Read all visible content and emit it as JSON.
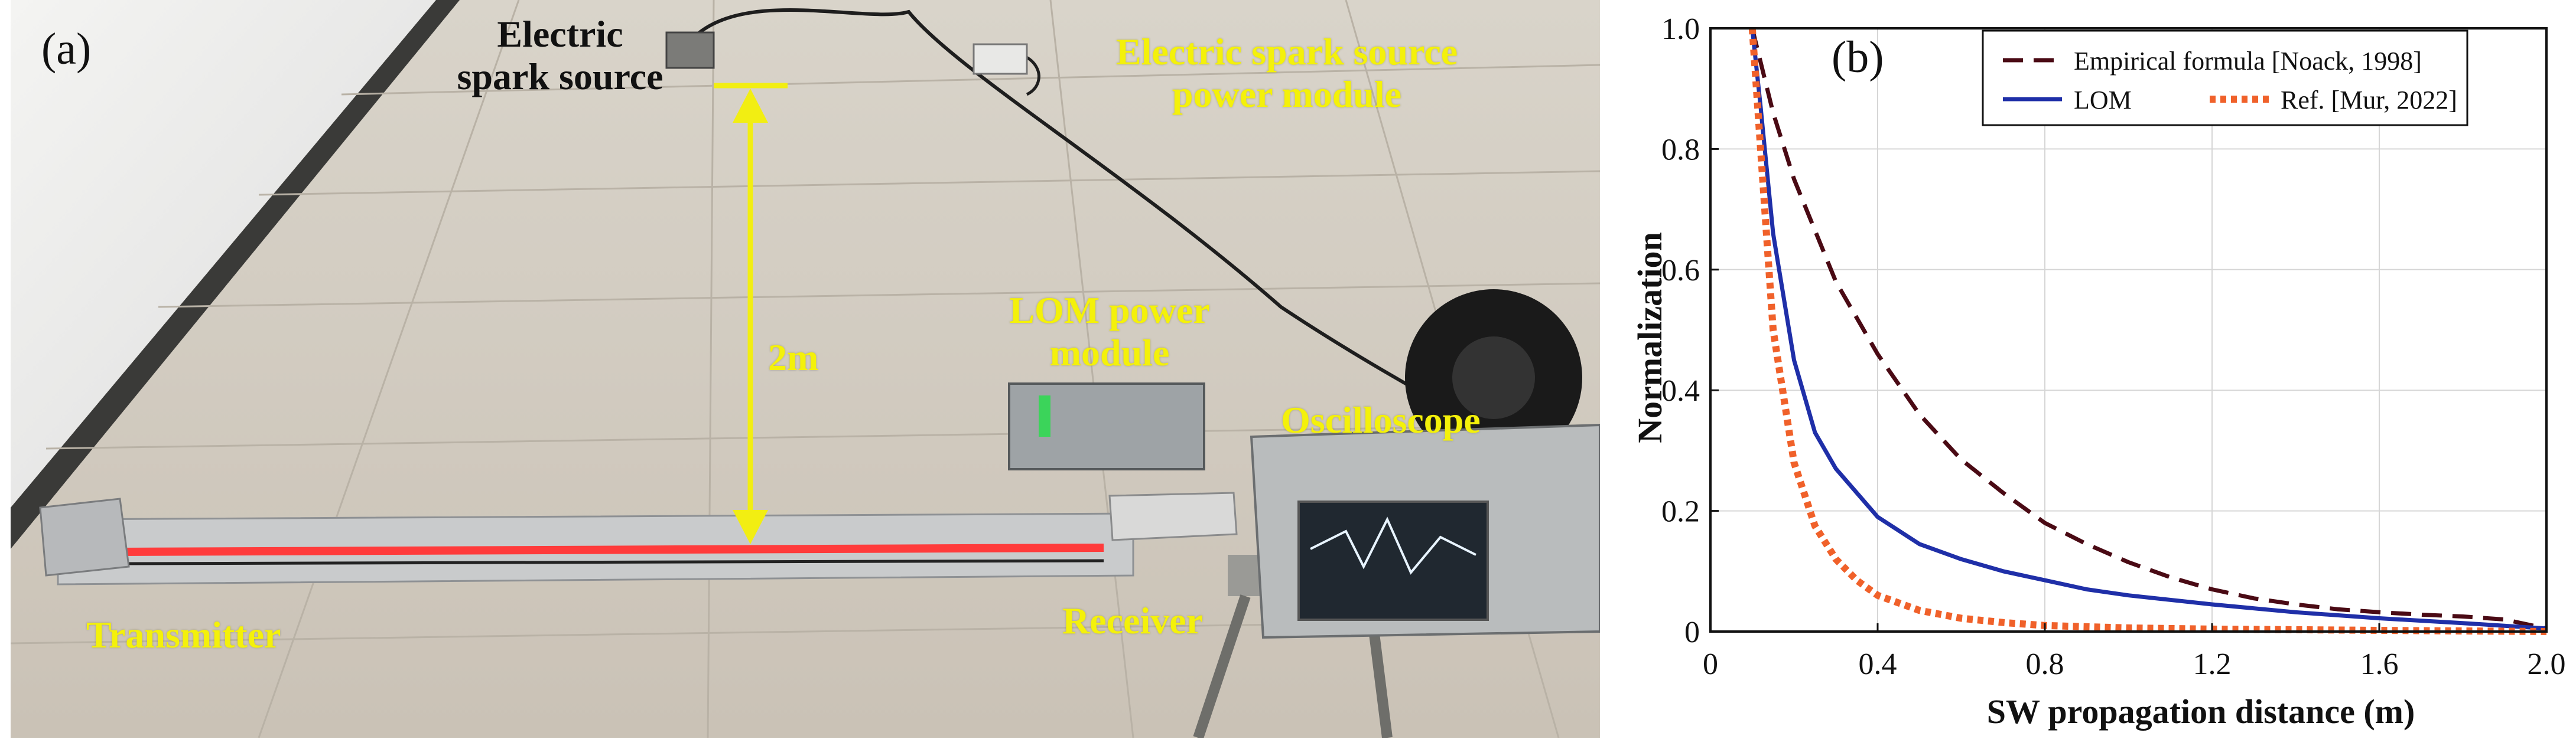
{
  "figure": {
    "panel_a": {
      "tag": "(a)",
      "labels": {
        "electric_spark_source_line1": "Electric",
        "electric_spark_source_line2": "spark source",
        "power_module_line1": "Electric spark source",
        "power_module_line2": "power module",
        "lom_power_line1": "LOM power",
        "lom_power_line2": "module",
        "oscilloscope": "Oscilloscope",
        "distance": "2m",
        "transmitter": "Transmitter",
        "receiver": "Receiver"
      },
      "colors": {
        "label_yellow": "#f4f10a",
        "arrow_yellow": "#f2ee12",
        "laser_red": "#ff3b3b"
      }
    },
    "panel_b": {
      "tag": "(b)"
    }
  },
  "chart_data": {
    "type": "line",
    "title": "",
    "xlabel": "SW propagation distance (m)",
    "ylabel": "Normalization",
    "xlim": [
      0,
      2.0
    ],
    "ylim": [
      0,
      1.0
    ],
    "x_ticks": [
      "0",
      "0.4",
      "0.8",
      "1.2",
      "1.6",
      "2.0"
    ],
    "y_ticks": [
      "0",
      "0.2",
      "0.4",
      "0.6",
      "0.8",
      "1.0"
    ],
    "grid": true,
    "legend_position": "top-right",
    "legend_order": [
      0,
      1,
      2
    ],
    "series": [
      {
        "name": "Empirical formula [Noack, 1998]",
        "color": "#4a0a14",
        "style": "dashed",
        "x": [
          0.1,
          0.15,
          0.2,
          0.3,
          0.4,
          0.5,
          0.6,
          0.7,
          0.8,
          0.9,
          1.0,
          1.1,
          1.2,
          1.3,
          1.4,
          1.5,
          1.6,
          1.7,
          1.8,
          1.9,
          2.0
        ],
        "y": [
          1.0,
          0.86,
          0.75,
          0.58,
          0.46,
          0.36,
          0.285,
          0.23,
          0.18,
          0.145,
          0.115,
          0.09,
          0.07,
          0.055,
          0.045,
          0.037,
          0.032,
          0.028,
          0.025,
          0.02,
          0.005
        ]
      },
      {
        "name": "LOM",
        "color": "#1f2fa8",
        "style": "solid",
        "x": [
          0.1,
          0.12,
          0.15,
          0.2,
          0.25,
          0.3,
          0.4,
          0.5,
          0.6,
          0.7,
          0.8,
          0.9,
          1.0,
          1.2,
          1.4,
          1.6,
          1.8,
          2.0
        ],
        "y": [
          1.0,
          0.87,
          0.66,
          0.45,
          0.33,
          0.27,
          0.19,
          0.145,
          0.12,
          0.1,
          0.085,
          0.07,
          0.06,
          0.045,
          0.032,
          0.022,
          0.014,
          0.005
        ]
      },
      {
        "name": "Ref. [Mur, 2022]",
        "color": "#f0612a",
        "style": "dotted",
        "x": [
          0.1,
          0.12,
          0.15,
          0.2,
          0.25,
          0.3,
          0.35,
          0.4,
          0.5,
          0.6,
          0.7,
          0.8,
          1.0,
          1.2,
          1.4,
          1.6,
          2.0
        ],
        "y": [
          1.0,
          0.8,
          0.5,
          0.28,
          0.175,
          0.12,
          0.085,
          0.06,
          0.035,
          0.022,
          0.015,
          0.01,
          0.006,
          0.004,
          0.003,
          0.002,
          0.0
        ]
      }
    ]
  }
}
